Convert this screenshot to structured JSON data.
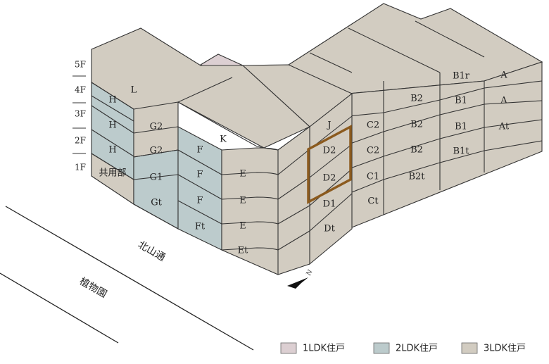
{
  "floors": [
    "5F",
    "4F",
    "3F",
    "2F",
    "1F"
  ],
  "units": {
    "l": "L",
    "k": "K",
    "j": "J",
    "h4": "H",
    "h3": "H",
    "h2": "H",
    "common": "共用部",
    "g2_3": "G2",
    "g2_2": "G2",
    "g1": "G1",
    "gt": "Gt",
    "f3": "F",
    "f2": "F",
    "f1": "F",
    "ft": "Ft",
    "e2": "E",
    "e1": "E",
    "e0": "E",
    "et": "Et",
    "d2_3": "D2",
    "d2_2": "D2",
    "d1": "D1",
    "dt": "Dt",
    "c2_3": "C2",
    "c2_2": "C2",
    "c1": "C1",
    "ct": "Ct",
    "b2_4": "B2",
    "b2_3": "B2",
    "b2_2": "B2",
    "b2t": "B2t",
    "b1r": "B1r",
    "b1_4": "B1",
    "b1_3": "B1",
    "b1t": "B1t",
    "a5": "A",
    "a4": "A",
    "at": "At"
  },
  "streets": {
    "kitayama": "北山通",
    "botanical": "植物園"
  },
  "compass": "N",
  "legend": [
    {
      "label": "1LDK住戸",
      "color": "#dccfd2"
    },
    {
      "label": "2LDK住戸",
      "color": "#bccbcc"
    },
    {
      "label": "3LDK住戸",
      "color": "#d2ccc1"
    }
  ],
  "colors": {
    "unit_3ldk": "#d2ccc1",
    "unit_2ldk": "#bccbcc",
    "unit_1ldk": "#dccfd2",
    "highlight": "#8b5a1e"
  }
}
